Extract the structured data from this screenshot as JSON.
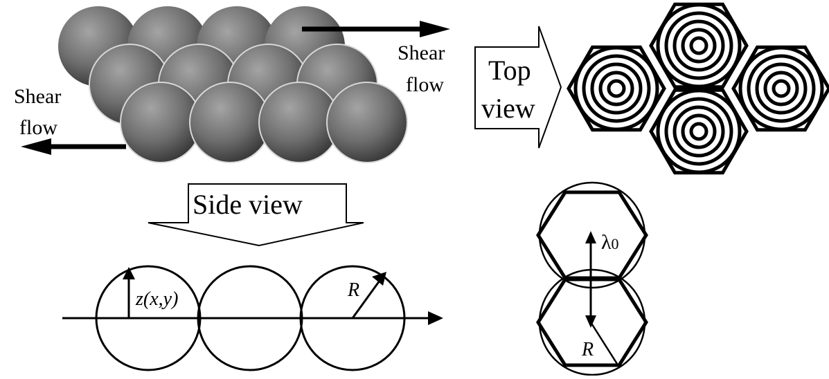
{
  "labels": {
    "shear_flow_right": [
      "Shear",
      "flow"
    ],
    "shear_flow_left": [
      "Shear",
      "flow"
    ],
    "top_view": [
      "Top",
      "view"
    ],
    "side_view": "Side view",
    "z_label": {
      "z": "z",
      "rest": "(x,y)"
    },
    "radius_side": "R",
    "radius_detail": "R",
    "lambda": "λ",
    "lambda_sub": "0"
  },
  "colors": {
    "ink": "#000000",
    "sphere_light": "#9a9a9a",
    "sphere_dark": "#3a3a3a"
  }
}
